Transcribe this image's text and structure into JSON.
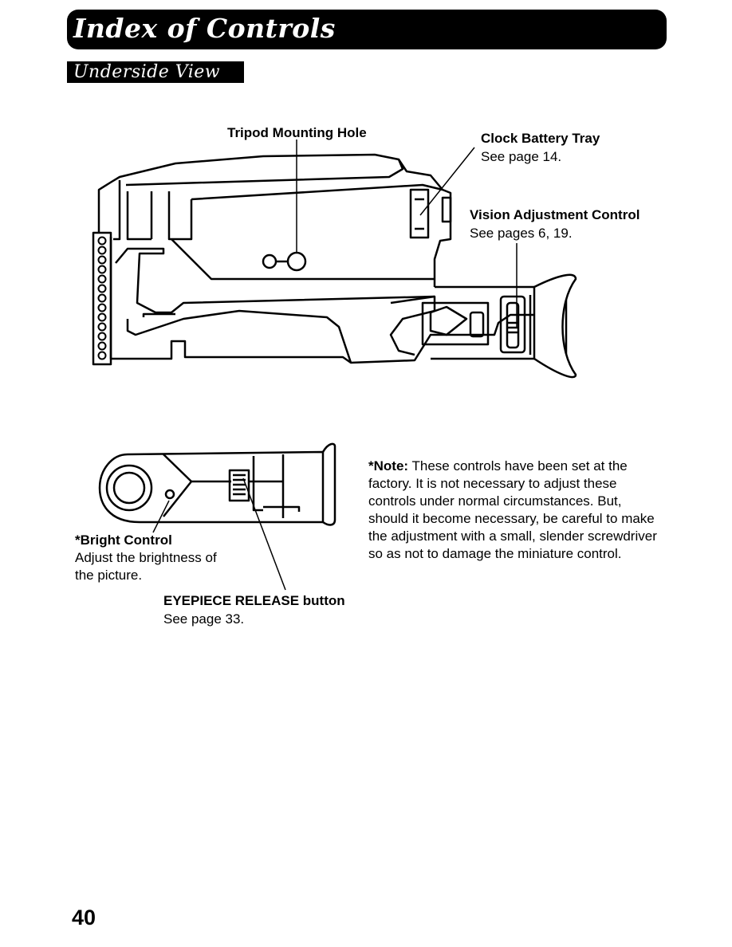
{
  "header": {
    "title": "Index of Controls"
  },
  "section": {
    "title": "Underside View"
  },
  "labels": {
    "tripod": "Tripod Mounting Hole",
    "clock_title": "Clock Battery Tray",
    "clock_ref": "See page 14.",
    "vision_title": "Vision Adjustment Control",
    "vision_ref": "See pages 6, 19.",
    "bright_title": "*Bright Control",
    "bright_desc_1": "Adjust the brightness of",
    "bright_desc_2": "the picture.",
    "eyepiece_title": "EYEPIECE RELEASE button",
    "eyepiece_ref": "See page 33."
  },
  "note": {
    "label": "*Note:",
    "text": " These controls have been set at the factory. It is not necessary to adjust these controls under normal circumstances. But, should it become necessary, be careful to make the adjustment with a small, slender screwdriver so as not to damage the miniature control."
  },
  "footer": {
    "page_number": "40"
  }
}
